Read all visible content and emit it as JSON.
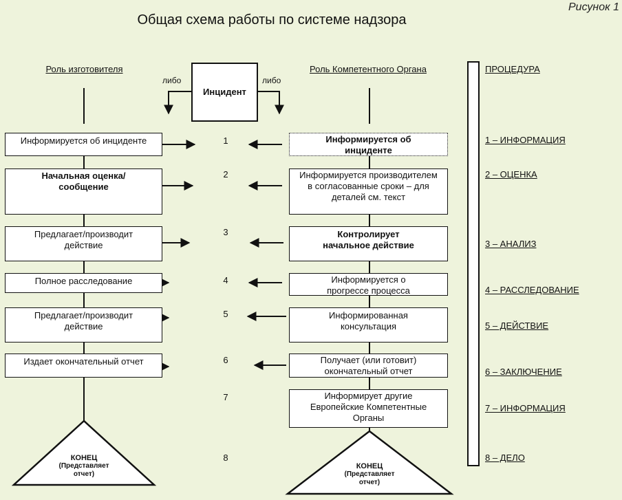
{
  "figure_label": "Рисунок 1",
  "title": "Общая схема работы по системе надзора",
  "columns": {
    "manufacturer": "Роль изготовителя",
    "authority": "Роль Компетентного Органа",
    "procedure": "ПРОЦЕДУРА"
  },
  "incident": {
    "label": "Инцидент",
    "either_left": "либо",
    "either_right": "либо"
  },
  "manufacturer_steps": [
    "Информируется об инциденте",
    "Начальная оценка/ сообщение",
    "Предлагает/производит действие",
    "Полное расследование",
    "Предлагает/производит действие",
    "Издает окончательный отчет"
  ],
  "authority_steps": [
    "Информируется об инциденте",
    "Информируется производителем в согласованные сроки – для деталей см. текст",
    "Контролирует начальное действие",
    "Информируется о прогрессе процесса",
    "Информированная консультация",
    "Получает (или готовит) окончательный отчет",
    "Информирует другие Европейские Компетентные Органы"
  ],
  "step_numbers": [
    "1",
    "2",
    "3",
    "4",
    "5",
    "6",
    "7",
    "8"
  ],
  "procedure_steps": [
    "1 – ИНФОРМАЦИЯ",
    "2 – ОЦЕНКА",
    "3 – АНАЛИЗ",
    "4 – РАССЛЕДОВАНИЕ",
    "5 – ДЕЙСТВИЕ",
    "6 – ЗАКЛЮЧЕНИЕ",
    "7 – ИНФОРМАЦИЯ",
    "8 – ДЕЛО"
  ],
  "end_left": {
    "label": "КОНЕЦ",
    "note": "(Представляет отчет)"
  },
  "end_right": {
    "label": "КОНЕЦ",
    "note": "(Представляет отчет)"
  }
}
